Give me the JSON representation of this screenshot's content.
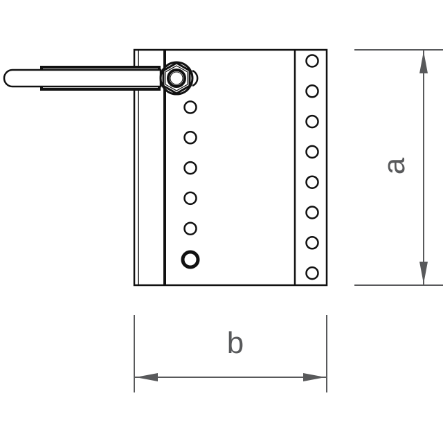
{
  "dimensions": {
    "a_label": "a",
    "b_label": "b"
  },
  "colors": {
    "line": "#111111",
    "dimension": "#58595b"
  },
  "holes": {
    "right_strip_count": 8,
    "center_column_count": 6
  }
}
